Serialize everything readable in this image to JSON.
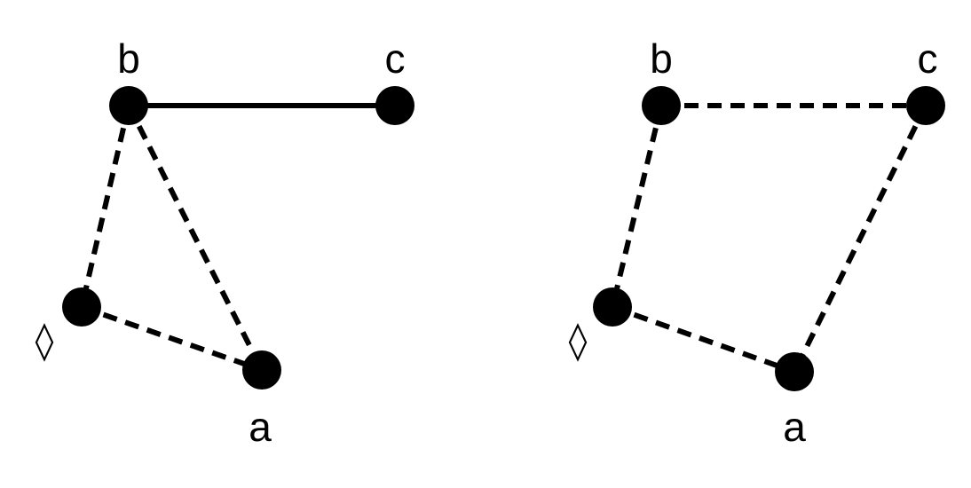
{
  "colors": {
    "stroke": "#000000",
    "node": "#000000",
    "background": "#ffffff"
  },
  "graphs": [
    {
      "id": "left",
      "nodes": [
        {
          "id": "b",
          "label": "b"
        },
        {
          "id": "c",
          "label": "c"
        },
        {
          "id": "diamond",
          "label": "◊"
        },
        {
          "id": "a",
          "label": "a"
        }
      ],
      "edges": [
        {
          "from": "b",
          "to": "c",
          "style": "solid"
        },
        {
          "from": "b",
          "to": "diamond",
          "style": "dashed"
        },
        {
          "from": "b",
          "to": "a",
          "style": "dashed"
        },
        {
          "from": "diamond",
          "to": "a",
          "style": "dashed"
        }
      ]
    },
    {
      "id": "right",
      "nodes": [
        {
          "id": "b",
          "label": "b"
        },
        {
          "id": "c",
          "label": "c"
        },
        {
          "id": "diamond",
          "label": "◊"
        },
        {
          "id": "a",
          "label": "a"
        }
      ],
      "edges": [
        {
          "from": "b",
          "to": "c",
          "style": "dashed"
        },
        {
          "from": "c",
          "to": "a",
          "style": "dashed"
        },
        {
          "from": "b",
          "to": "diamond",
          "style": "dashed"
        },
        {
          "from": "diamond",
          "to": "a",
          "style": "dashed"
        }
      ]
    }
  ]
}
